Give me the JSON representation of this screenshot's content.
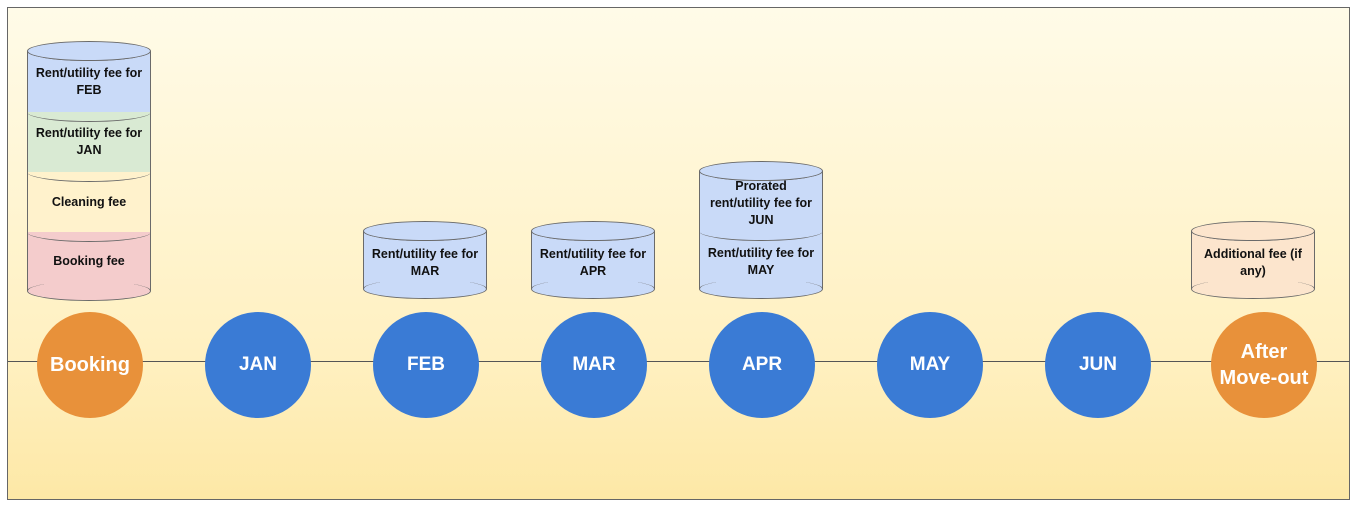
{
  "colors": {
    "milestone_orange": "#e8913a",
    "month_blue": "#3a7bd5",
    "fee_blue": "#c9daf8",
    "fee_green": "#d9ead3",
    "fee_cream": "#fff2cc",
    "fee_pink": "#f4cccc",
    "fee_peach": "#fce5cd"
  },
  "timeline": {
    "booking": "Booking",
    "jan": "JAN",
    "feb": "FEB",
    "mar": "MAR",
    "apr": "APR",
    "may": "MAY",
    "jun": "JUN",
    "after_moveout": "After Move-out"
  },
  "stacks": {
    "booking": {
      "feb_rent": "Rent/utility fee for FEB",
      "jan_rent": "Rent/utility fee for JAN",
      "cleaning": "Cleaning fee",
      "booking_fee": "Booking fee"
    },
    "feb": {
      "mar_rent": "Rent/utility fee for MAR"
    },
    "mar": {
      "apr_rent": "Rent/utility fee for APR"
    },
    "apr": {
      "jun_prorated": "Prorated rent/utility fee for JUN",
      "may_rent": "Rent/utility fee for MAY"
    },
    "after_moveout": {
      "additional": "Additional fee (if any)"
    }
  }
}
